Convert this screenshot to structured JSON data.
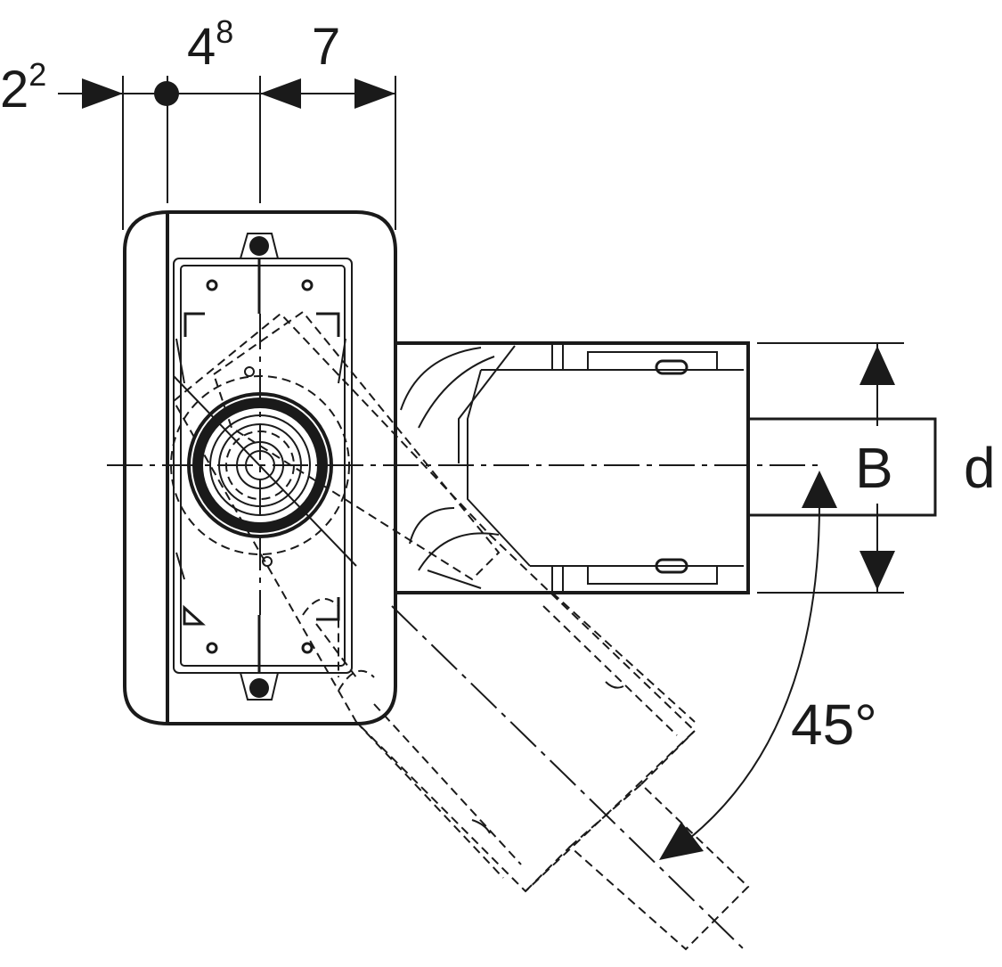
{
  "dimensions": {
    "offset_left": {
      "base": "2",
      "sup": "2"
    },
    "center_to_wall": {
      "base": "4",
      "sup": "8"
    },
    "wall_depth": "7"
  },
  "labels": {
    "width_B": "B",
    "diameter_d": "d",
    "angle": "45°"
  },
  "colors": {
    "line": "#1a1a1a",
    "background": "#ffffff"
  }
}
